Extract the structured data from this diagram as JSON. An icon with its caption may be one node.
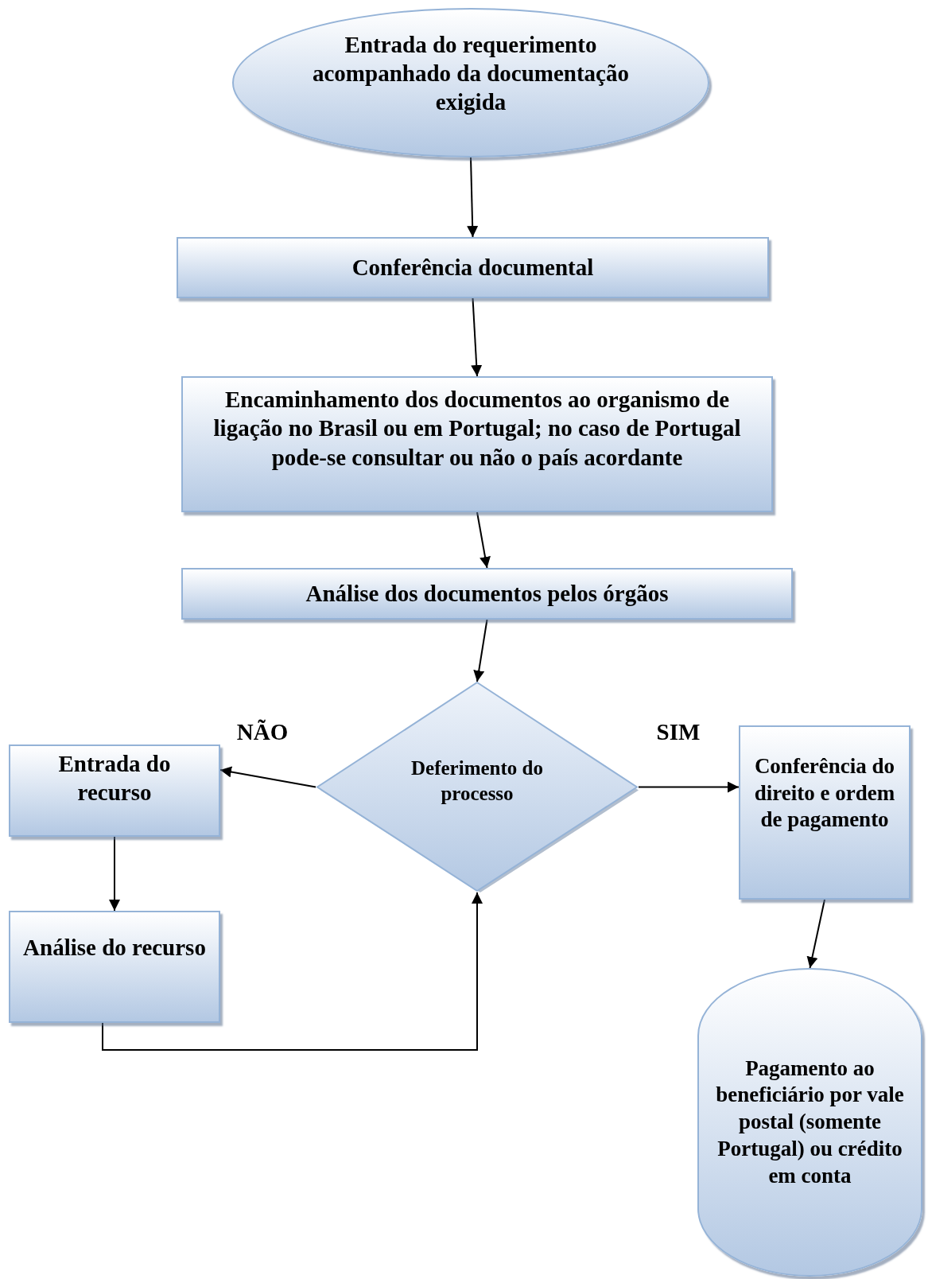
{
  "diagram": {
    "nodes": [
      {
        "text": [
          "Entrada do requerimento acompanhado da documentação exigida"
        ]
      },
      {
        "text": [
          "Conferência documental"
        ]
      },
      {
        "text": [
          "Encaminhamento dos documentos ao organismo de ligação no Brasil ou em Portugal; no caso de Portugal pode-se consultar ou não o país acordante"
        ]
      },
      {
        "text": [
          "Análise dos documentos pelos órgãos"
        ]
      },
      {
        "text": [
          "Deferimento do processo"
        ]
      },
      {
        "text": [
          "Entrada do recurso"
        ]
      },
      {
        "text": [
          "Análise do recurso"
        ]
      },
      {
        "text": [
          "Conferência do direito e ordem de pagamento"
        ]
      },
      {
        "text": [
          "Pagamento ao beneficiário por vale postal (somente Portugal) ou crédito em conta"
        ]
      }
    ],
    "edges": [
      {
        "from": 0,
        "to": 1,
        "arrow": "to"
      },
      {
        "from": 1,
        "to": 2,
        "arrow": "to"
      },
      {
        "from": 2,
        "to": 3,
        "arrow": "to"
      },
      {
        "from": 3,
        "to": 4,
        "arrow": "to"
      },
      {
        "from": 4,
        "to": 5,
        "arrow": "to",
        "label": "NÃO"
      },
      {
        "from": 4,
        "to": 7,
        "arrow": "to",
        "label": "SIM"
      },
      {
        "from": 5,
        "to": 6,
        "arrow": "to"
      },
      {
        "from": 6,
        "to": 4,
        "arrow": "to"
      },
      {
        "from": 7,
        "to": 8,
        "arrow": "to"
      }
    ]
  }
}
